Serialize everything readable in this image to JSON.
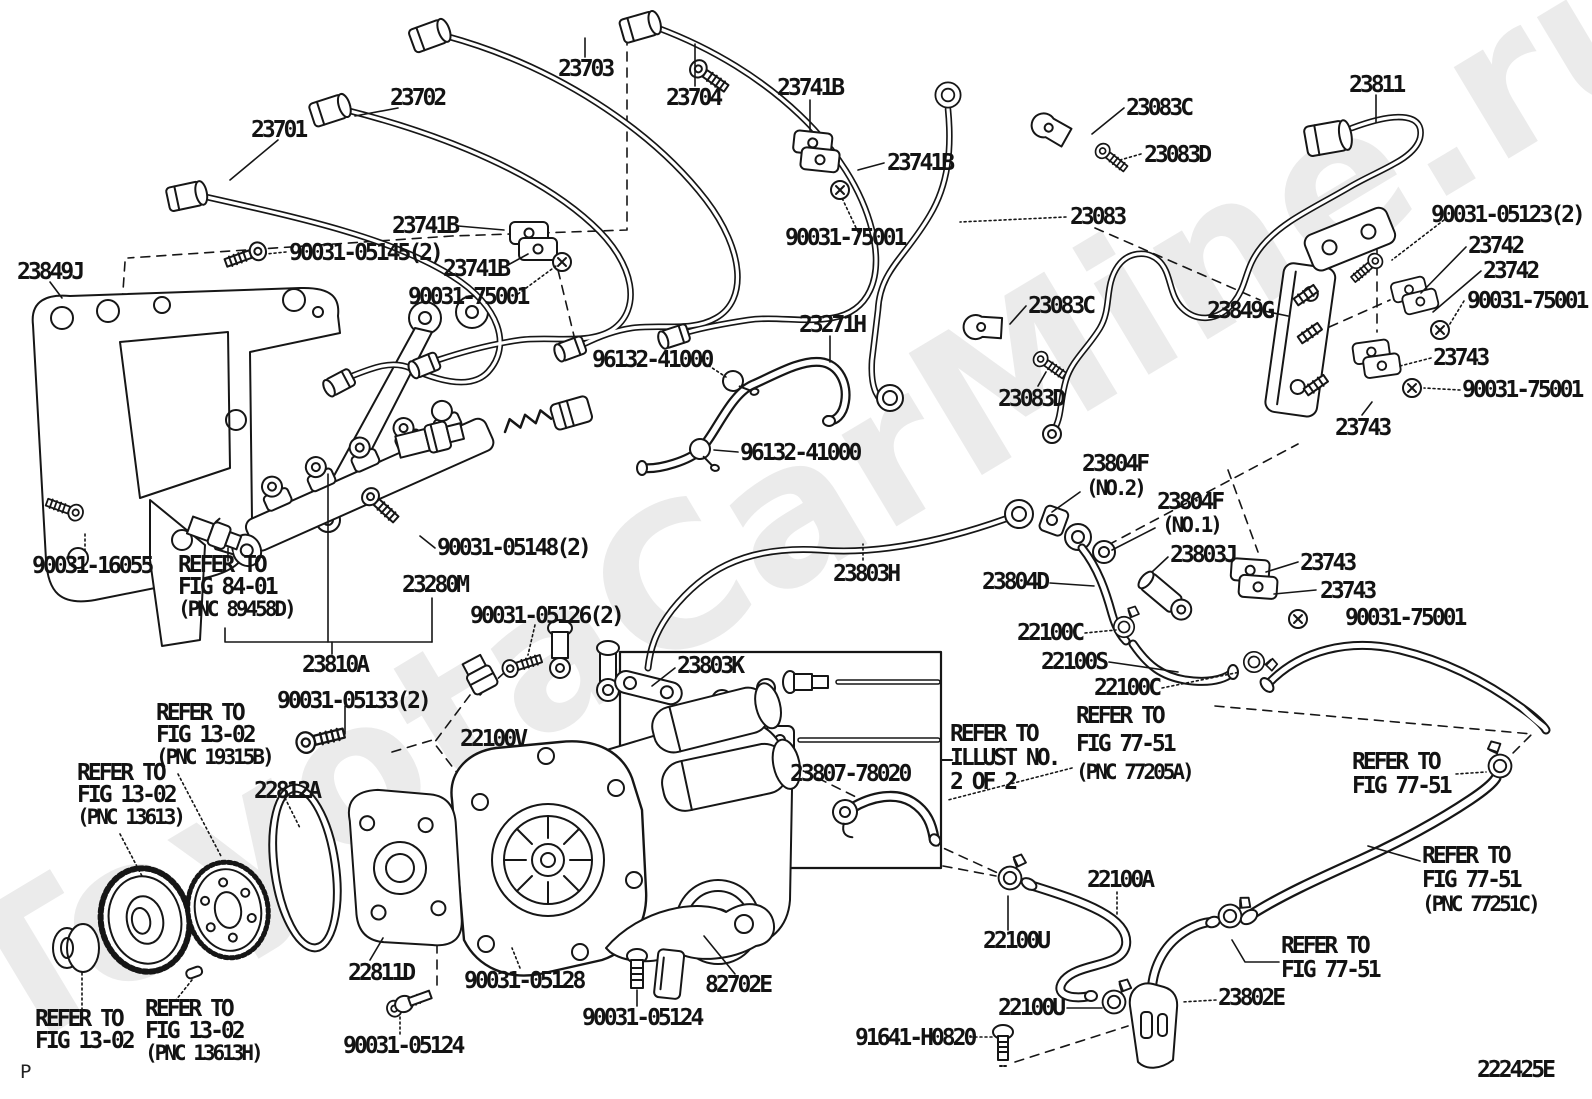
{
  "watermark": "ToyotaCarMine.ru",
  "page": {
    "corner_letter": "P",
    "diagram_code": "222425E"
  },
  "parts": {
    "p23701": "23701",
    "p23702": "23702",
    "p23703": "23703",
    "p23704": "23704",
    "p23741B": "23741B",
    "p23811": "23811",
    "p23083C": "23083C",
    "p23083D": "23083D",
    "p90031_75001": "90031-75001",
    "p23083": "23083",
    "p90031_05123": "90031-05123(2)",
    "p23742": "23742",
    "p90031_05145": "90031-05145(2)",
    "p23849J": "23849J",
    "p23849G": "23849G",
    "p23271H": "23271H",
    "p96132_41000": "96132-41000",
    "p23743": "23743",
    "p23804F": "23804F",
    "no1": "(NO.1)",
    "no2": "(NO.2)",
    "p23803J": "23803J",
    "p90031_16055": "90031-16055",
    "p90031_05148": "90031-05148(2)",
    "p23280M": "23280M",
    "p23803H": "23803H",
    "p23804D": "23804D",
    "p22100C": "22100C",
    "p22100S": "22100S",
    "p90031_05126": "90031-05126(2)",
    "p23810A": "23810A",
    "p23803K": "23803K",
    "p90031_05133": "90031-05133(2)",
    "p22100V": "22100V",
    "p23807_78020": "23807-78020",
    "p22812A": "22812A",
    "p22100A": "22100A",
    "p22100U": "22100U",
    "p22811D": "22811D",
    "p90031_05128": "90031-05128",
    "p82702E": "82702E",
    "p23802E": "23802E",
    "p90031_05124": "90031-05124",
    "p91641_H0820": "91641-H0820"
  },
  "refer_notes": {
    "fig84_01": [
      "REFER TO",
      "FIG 84-01",
      "(PNC 89458D)"
    ],
    "fig13_02_19315b": [
      "REFER TO",
      "FIG 13-02",
      "(PNC 19315B)"
    ],
    "fig13_02_13613": [
      "REFER TO",
      "FIG 13-02",
      "(PNC 13613)"
    ],
    "fig13_02_plain": [
      "REFER TO",
      "FIG 13-02"
    ],
    "fig13_02_13613h": [
      "REFER TO",
      "FIG 13-02",
      "(PNC 13613H)"
    ],
    "fig77_51_77205a": [
      "REFER TO",
      "FIG 77-51",
      "(PNC 77205A)"
    ],
    "fig77_51_plain1": [
      "REFER TO",
      "FIG 77-51"
    ],
    "fig77_51_77251c": [
      "REFER TO",
      "FIG 77-51",
      "(PNC 77251C)"
    ],
    "fig77_51_plain2": [
      "REFER TO",
      "FIG 77-51"
    ],
    "illust_no2": [
      "REFER TO",
      "ILLUST NO.",
      "2 OF 2"
    ]
  }
}
